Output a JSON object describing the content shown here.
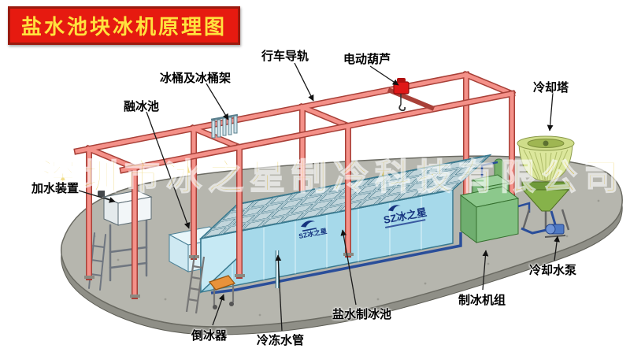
{
  "title": "盐水池块冰机原理图",
  "watermark": "深圳市冰之星制冷科技有限公司",
  "labels": {
    "crane_rail": "行车导轨",
    "electric_hoist": "电动葫芦",
    "ice_bucket_rack": "冰桶及冰桶架",
    "melting_pool": "融冰池",
    "water_filling_device": "加水装置",
    "cooling_tower": "冷却塔",
    "ice_dumper": "倒冰器",
    "chilled_water_pipe": "冷冻水管",
    "brine_ice_pool": "盐水制冰池",
    "ice_making_unit": "制冰机组",
    "cooling_water_pump": "冷却水泵"
  },
  "pool_brand": "SZ冰之星",
  "colors": {
    "title_bg": "#e61a10",
    "title_text": "#ffe23e",
    "watermark": "#e9c93f",
    "gantry_frame": "#f49189",
    "gantry_outline": "#a84038",
    "pool_body": "#a6d9ea",
    "pool_top": "#dcebf0",
    "platform": "#b6b6ae",
    "cooling_tower_top": "#dce79c",
    "cooling_tower_body": "#86b24a",
    "hoist": "#e01818",
    "pipe": "#2a4e9a"
  }
}
